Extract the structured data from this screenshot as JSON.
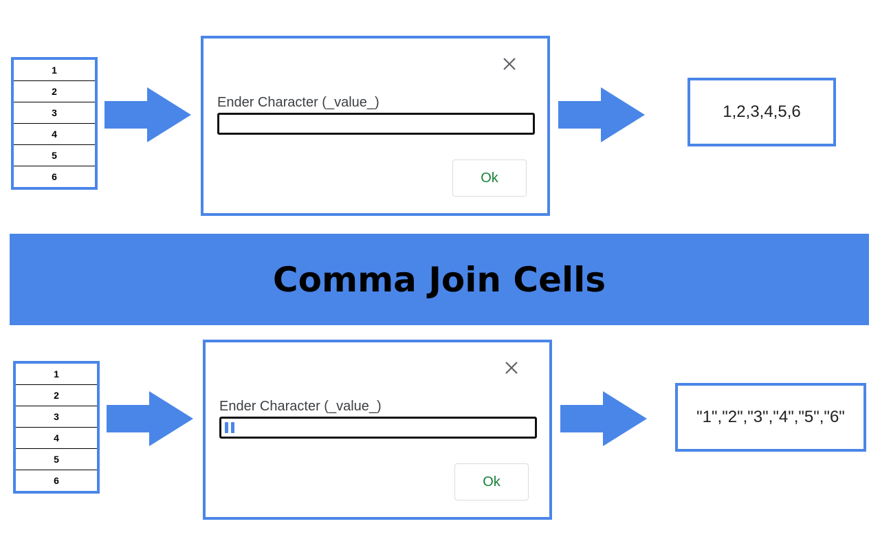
{
  "colors": {
    "accent": "#4a86e8",
    "ok_text": "#188038",
    "input_border": "#111111"
  },
  "title": "Comma Join Cells",
  "examples": [
    {
      "cells": [
        "1",
        "2",
        "3",
        "4",
        "5",
        "6"
      ],
      "dialog": {
        "close_icon": "close-icon",
        "label": "Ender Character (_value_)",
        "input_value": "",
        "ok_label": "Ok"
      },
      "result": "1,2,3,4,5,6"
    },
    {
      "cells": [
        "1",
        "2",
        "3",
        "4",
        "5",
        "6"
      ],
      "dialog": {
        "close_icon": "close-icon",
        "label": "Ender Character (_value_)",
        "input_value": "\"",
        "ok_label": "Ok"
      },
      "result": "\"1\",\"2\",\"3\",\"4\",\"5\",\"6\""
    }
  ]
}
